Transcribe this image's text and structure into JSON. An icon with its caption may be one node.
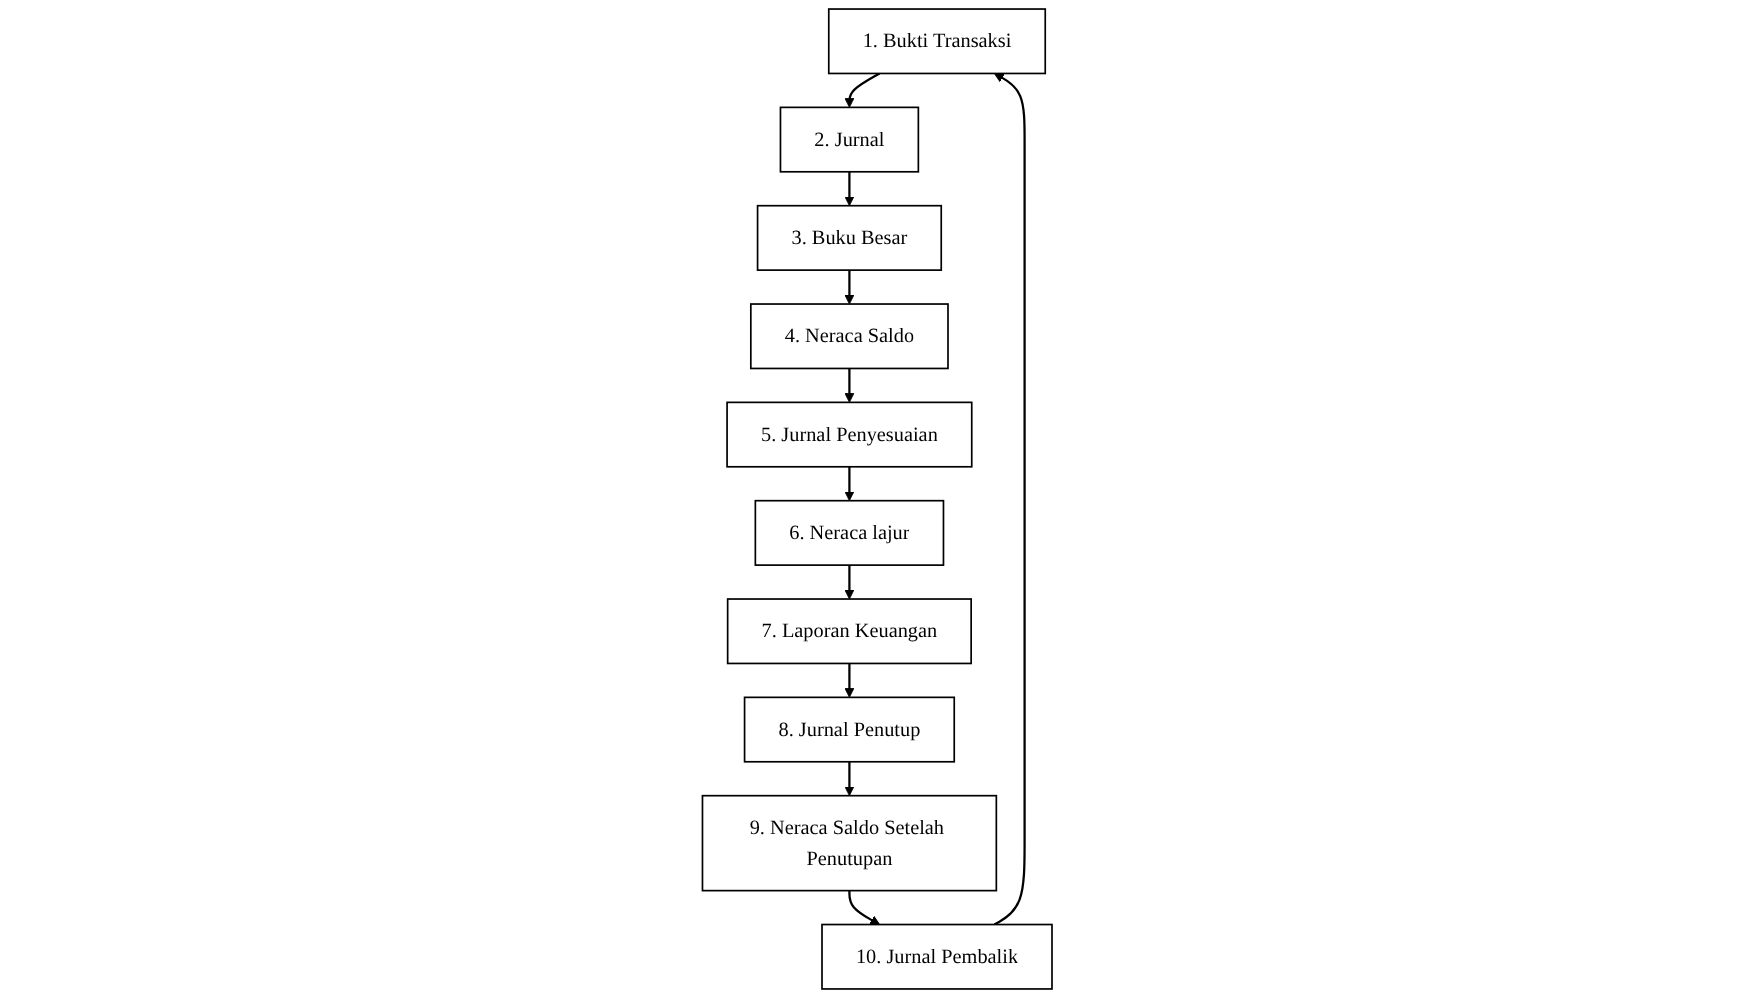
{
  "diagram": {
    "nodes": [
      {
        "text": [
          "1. Bukti Transaksi"
        ]
      },
      {
        "text": [
          "2. Jurnal"
        ]
      },
      {
        "text": [
          "3. Buku Besar"
        ]
      },
      {
        "text": [
          "4. Neraca Saldo"
        ]
      },
      {
        "text": [
          "5. Jurnal Penyesuaian"
        ]
      },
      {
        "text": [
          "6. Neraca lajur"
        ]
      },
      {
        "text": [
          "7. Laporan Keuangan"
        ]
      },
      {
        "text": [
          "8. Jurnal Penutup"
        ]
      },
      {
        "text": [
          "9. Neraca Saldo Setelah Penutupan"
        ]
      },
      {
        "text": [
          "10. Jurnal Pembalik"
        ]
      }
    ],
    "edges": [
      {
        "from": 0,
        "to": 1,
        "arrow": "to"
      },
      {
        "from": 1,
        "to": 2,
        "arrow": "to"
      },
      {
        "from": 2,
        "to": 3,
        "arrow": "to"
      },
      {
        "from": 3,
        "to": 4,
        "arrow": "to"
      },
      {
        "from": 4,
        "to": 5,
        "arrow": "to"
      },
      {
        "from": 5,
        "to": 6,
        "arrow": "to"
      },
      {
        "from": 6,
        "to": 7,
        "arrow": "to"
      },
      {
        "from": 7,
        "to": 8,
        "arrow": "to"
      },
      {
        "from": 8,
        "to": 9,
        "arrow": "to"
      },
      {
        "from": 9,
        "to": 0,
        "arrow": "to"
      }
    ]
  }
}
